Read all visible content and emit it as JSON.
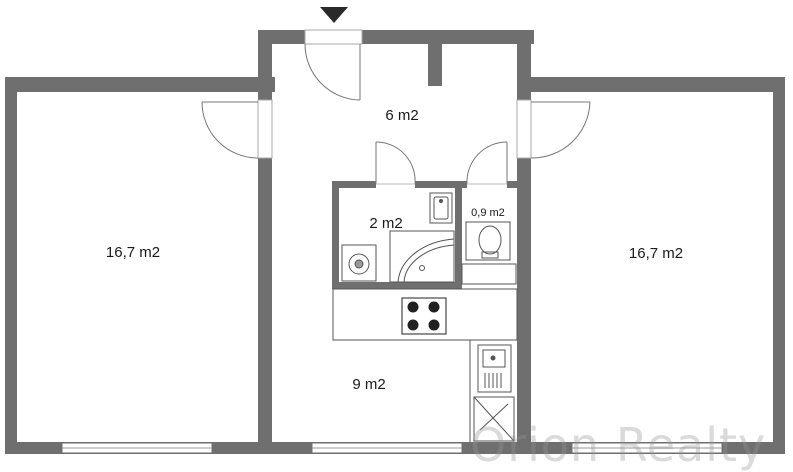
{
  "rooms": {
    "room_left": {
      "area": "16,7 m2"
    },
    "room_right": {
      "area": "16,7 m2"
    },
    "hall": {
      "area": "6 m2"
    },
    "bathroom": {
      "area": "2 m2"
    },
    "wc": {
      "area": "0,9 m2"
    },
    "kitchen": {
      "area": "9 m2"
    }
  },
  "watermark": {
    "text": "Orion Realty"
  },
  "colors": {
    "wall": "#6f6f6f",
    "window": "#ffffff",
    "line": "#555555",
    "appliance": "#222222"
  },
  "entrance": {
    "icon": "entrance-arrow-icon"
  }
}
